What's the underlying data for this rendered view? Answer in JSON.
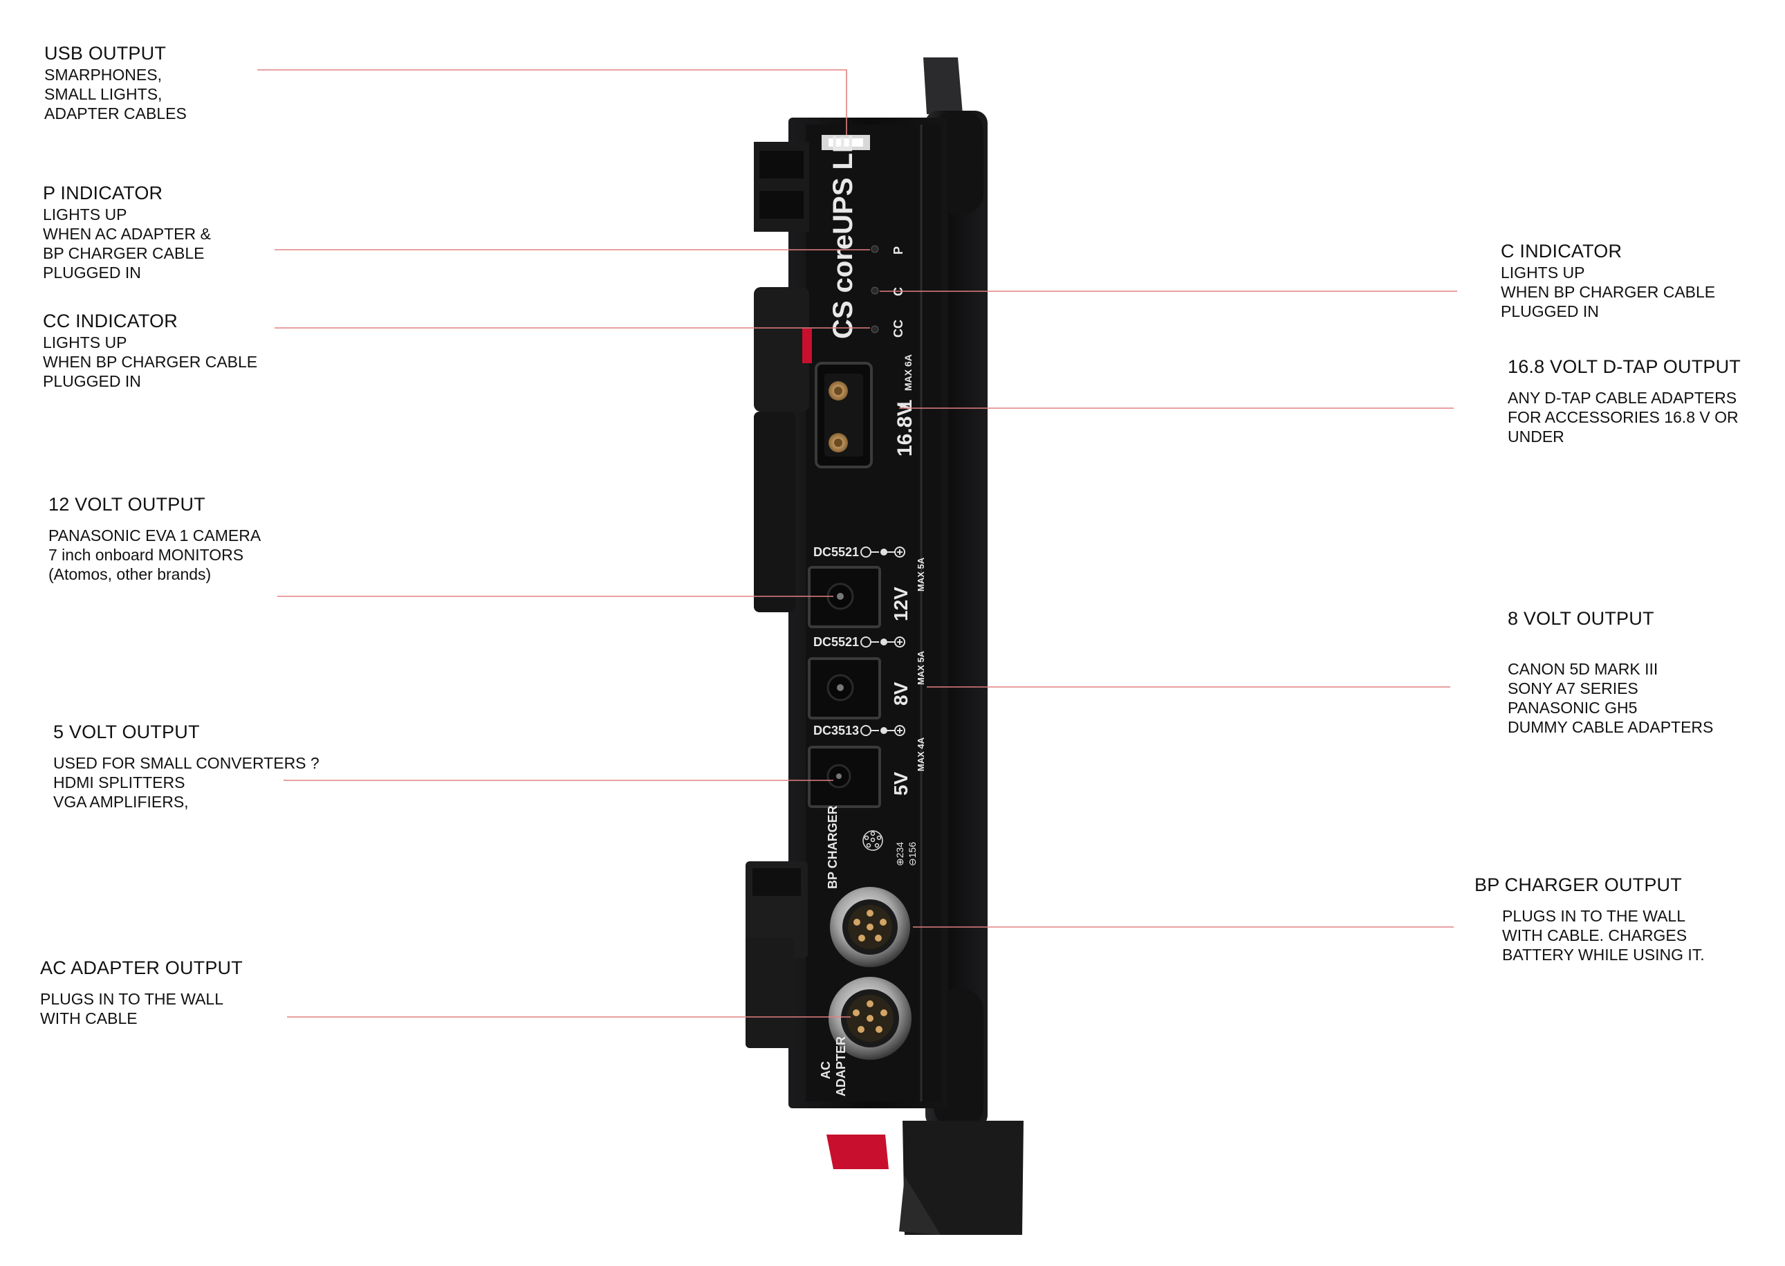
{
  "colors": {
    "leader": "#e38080",
    "device_body": "#0d0d0e",
    "device_face": "#161617",
    "accent_red": "#c8102e",
    "gold": "#c89a5a",
    "label_text": "#111111"
  },
  "device": {
    "brand_text": "CS coreUPS LE",
    "indicators": [
      "P",
      "C",
      "CC"
    ],
    "dtap_label": "16.8V",
    "dtap_rating": "MAX 6A",
    "dtap_number": "1",
    "ports": [
      {
        "type": "DC5521",
        "voltage": "12V",
        "rating": "MAX 5A"
      },
      {
        "type": "DC5521",
        "voltage": "8V",
        "rating": "MAX 5A"
      },
      {
        "type": "DC3513",
        "voltage": "5V",
        "rating": "MAX 4A"
      }
    ],
    "bp_charger_label": "BP CHARGER",
    "pinout_plus": "⊕234",
    "pinout_minus": "⊖156",
    "ac_adapter_label_1": "AC",
    "ac_adapter_label_2": "ADAPTER"
  },
  "callouts": {
    "usb": {
      "title": "USB OUTPUT",
      "lines": [
        "SMARPHONES,",
        "SMALL LIGHTS,",
        "ADAPTER CABLES"
      ]
    },
    "p": {
      "title": "P INDICATOR",
      "lines": [
        "LIGHTS UP",
        "WHEN AC ADAPTER  &",
        "BP CHARGER CABLE",
        "PLUGGED IN"
      ]
    },
    "cc": {
      "title": "CC INDICATOR",
      "lines": [
        "LIGHTS UP",
        "WHEN BP CHARGER CABLE",
        "PLUGGED IN"
      ]
    },
    "v12": {
      "title": "12 VOLT OUTPUT",
      "lines": [
        "PANASONIC EVA 1 CAMERA",
        "7 inch onboard MONITORS",
        "(Atomos, other brands)"
      ]
    },
    "v5": {
      "title": "5 VOLT OUTPUT",
      "lines": [
        "USED FOR SMALL CONVERTERS ?",
        "HDMI SPLITTERS",
        "VGA AMPLIFIERS,"
      ]
    },
    "ac": {
      "title": "AC ADAPTER OUTPUT",
      "lines": [
        "PLUGS IN TO THE WALL",
        "WITH CABLE"
      ]
    },
    "c": {
      "title": "C INDICATOR",
      "lines": [
        "LIGHTS UP",
        "WHEN BP CHARGER CABLE",
        "PLUGGED IN"
      ]
    },
    "dtap": {
      "title": "16.8 VOLT D-TAP OUTPUT",
      "lines": [
        "ANY D-TAP CABLE ADAPTERS",
        "FOR ACCESSORIES 16.8 V OR",
        "UNDER"
      ]
    },
    "v8": {
      "title": "8 VOLT OUTPUT",
      "lines": [
        "CANON 5D MARK III",
        "SONY A7 SERIES",
        "PANASONIC GH5",
        "DUMMY CABLE ADAPTERS"
      ]
    },
    "bp": {
      "title": "BP CHARGER OUTPUT",
      "lines": [
        "PLUGS IN TO THE WALL",
        "WITH CABLE. CHARGES",
        "BATTERY WHILE USING IT."
      ]
    }
  }
}
